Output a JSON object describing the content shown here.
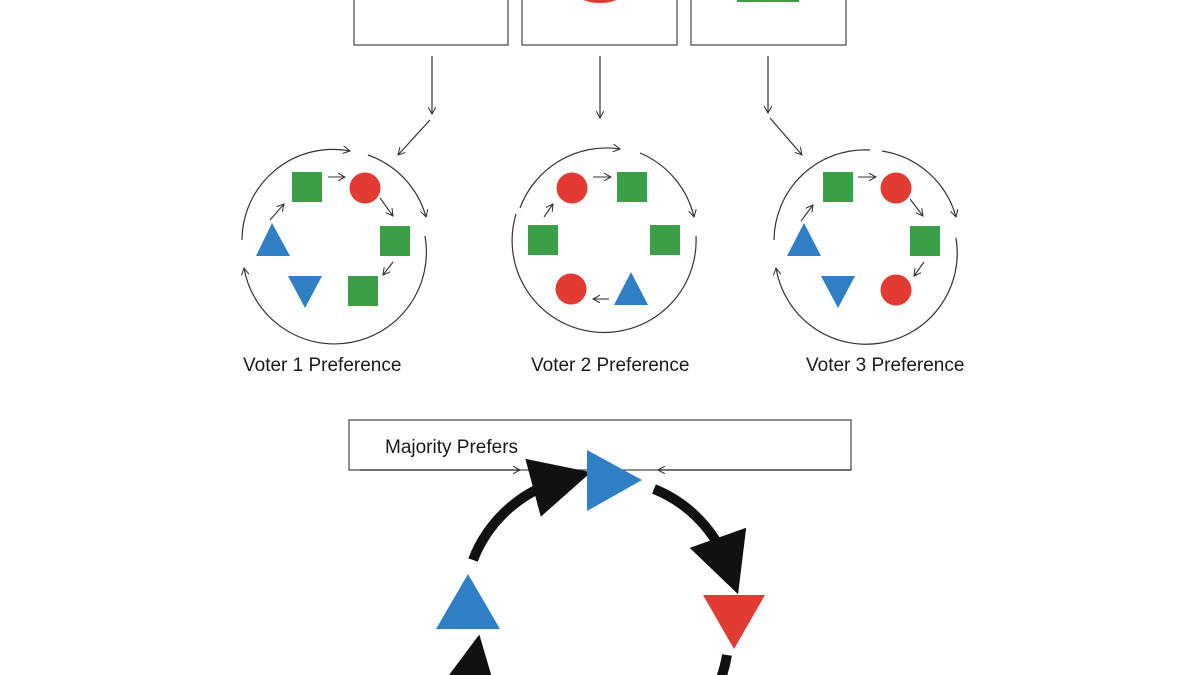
{
  "colors": {
    "green": "#3a9f46",
    "red": "#e23b33",
    "blue": "#2f7fc4",
    "line": "#333333",
    "thick_arrow": "#111111"
  },
  "voters": [
    {
      "label": "Voter 1 Preference"
    },
    {
      "label": "Voter 2 Preference"
    },
    {
      "label": "Voter 3 Preference"
    }
  ],
  "majority": {
    "label": "Majority Prefers"
  }
}
